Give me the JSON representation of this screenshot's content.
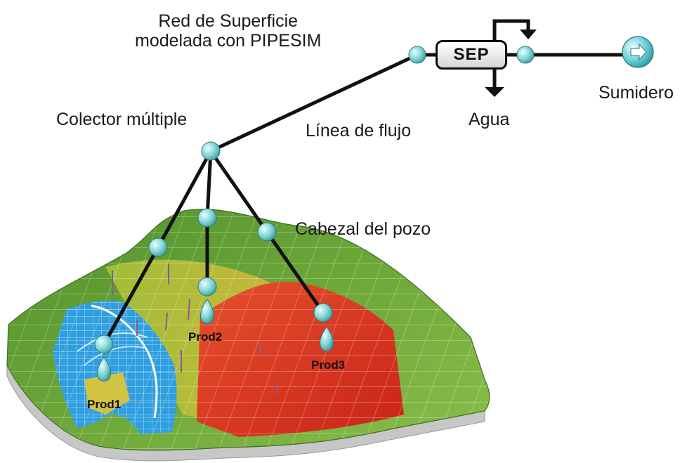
{
  "labels": {
    "title_line1": "Red de Superficie",
    "title_line2": "modelada con PIPESIM",
    "sep": "SEP",
    "sumidero": "Sumidero",
    "agua": "Agua",
    "colector": "Colector múltiple",
    "linea": "Línea de flujo",
    "cabezal": "Cabezal del pozo",
    "prod1": "Prod1",
    "prod2": "Prod2",
    "prod3": "Prod3"
  },
  "colors": {
    "node": "#7fd3d3",
    "pipe": "#111111",
    "grid_green": "#6fae3a",
    "grid_yellow": "#c9c33a",
    "grid_red": "#d83a2a",
    "grid_blue": "#2f9fe0",
    "sink": "#5cc7d0"
  }
}
